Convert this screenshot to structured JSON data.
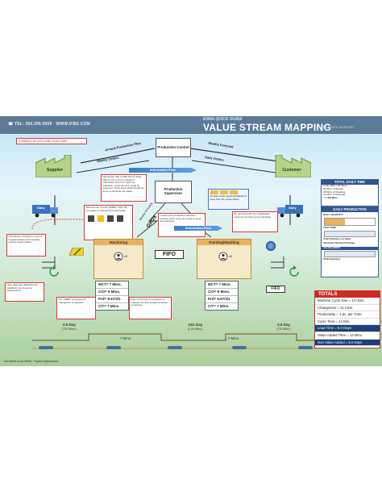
{
  "header": {
    "contact": "☎ TEL: 360.306.0069 · WWW.IFBD.COM",
    "brand": "ENNA QUICK GUIDE",
    "title": "VALUE STREAM MAPPING",
    "subtitle": "FUTURE STATE MAPPING"
  },
  "map": {
    "example_label": "EXAMPLE OF A FUTURE STATE MAP",
    "production_control": "Production Control",
    "annual_plan": "Annual Production Plan",
    "weekly_forecast": "Weekly Forecast",
    "weekly_orders": "Weekly Orders",
    "daily_orders": "Daily Orders",
    "information_flow": "Information Flow",
    "supplier": "Supplier",
    "customer": "Customer",
    "production_supervisor": "Production Supervisor",
    "oxox": "OXOX",
    "weekly_schedule": "Weekly Schedule",
    "daily_truck": "Daily",
    "daily_truck_right": "Daily",
    "machining": "Machining",
    "painting": "Painting/Washing",
    "fifo": "FIFO",
    "fifo_small": "FIFO",
    "operators_left": "x8",
    "operators_right": "x8",
    "machining_data": [
      "MCT= 7 Mins.",
      "C/O= 6 Mins.",
      "Prd= 8.57/3/1",
      "C/T= 7 Mins."
    ],
    "painting_data": [
      "MCT= 7 Mins.",
      "C/O= 8 Mins.",
      "Prd= 8.57/3/1",
      "C/T= 7 Mins."
    ]
  },
  "timeline": {
    "days": [
      "0.5 Day",
      ".001 Day",
      "0.5 Day"
    ],
    "days_sub": [
      "(720 Mins.)",
      "(1.44 Mins.)",
      "(720 Mins.)"
    ],
    "mins": [
      "7 Mins.",
      "7 Mins."
    ]
  },
  "total_daily": {
    "title": "TOTAL DAILY TIME",
    "lines": [
      "1 Day (600 x 60 Mins.)",
      "60 Mins. of Breaks",
      "48 Mins. of Cleaning",
      "12 Mins. of Meetings",
      "= 1,440 Mins."
    ]
  },
  "daily_production": {
    "title": "DAILY PRODUCTION",
    "lines": [
      "DAILY QUANTITY",
      "TAKT TIME",
      "Total Inventory on Hand",
      "Customer Demand Average",
      "VALUE ADDED",
      "Total Inventory"
    ]
  },
  "totals": {
    "title": "TOTALS",
    "rows": [
      "Machine Cycle time = 14 mins.",
      "Changeover = 11 mins.",
      "Productivity = 1 pc. per 7min.",
      "Cycle Time = 14 Min.",
      "Lead Time = 5.0 Days",
      "Value-Added Time = 14 Mins.",
      "Non Value-Added = 5.0 Days"
    ]
  },
  "notes": {
    "n1": "Remember that a VSM Future State Map is not to show a detailed information flow but to give an indication of how the flow could be improved. Think about what should be done to eliminate the waste.",
    "n2": "With the use of tools (SMED, TPM, 5S, etc) waste is reduced and eliminated.",
    "n3": "Leveling the production schedule reduces batch sizes and helps to level the workload.",
    "n4": "Kanban cards signal withdrawal of parts from the supermarket.",
    "n5": "A Production Kanban is used to request between the Supplier and the Supermarket.",
    "n6": "Here daily part deliveries are supplied in an Inventory Supermarket.",
    "n7": "Our 'SMED' improvement changeover is reduced.",
    "n8": "First In First Out is a practice to maintain the flow of parts between processes.",
    "n9": "By removing this the organization improves the flow and productivity.",
    "footer": "This sheet is by ENNA · Toyota Expressions"
  },
  "colors": {
    "sky": "#bfe4f6",
    "ground": "#a9cf9a",
    "accent_blue": "#2f5593",
    "accent_red": "#cc2c22",
    "process": "#e9b25e"
  }
}
